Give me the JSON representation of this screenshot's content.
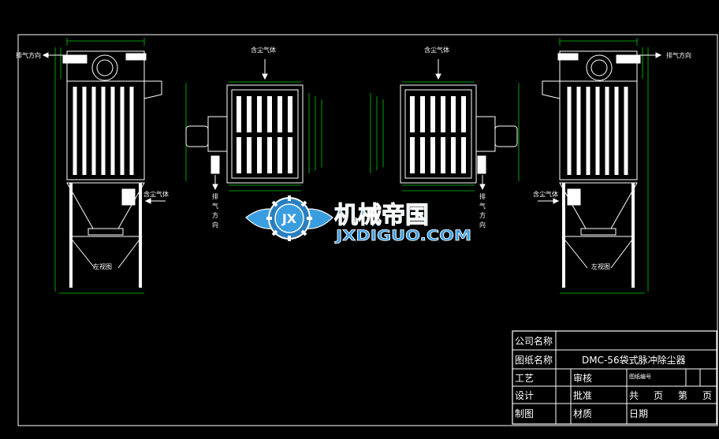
{
  "drawing": {
    "left_view": {
      "exhaust_label": "排气方向",
      "inlet_label": "含尘气体",
      "view_label": "左视图"
    },
    "top_view_left": {
      "inlet_label": "含尘气体",
      "exhaust_label_chars": [
        "排",
        "气",
        "方",
        "向"
      ]
    },
    "top_view_right": {
      "inlet_label": "含尘气体",
      "exhaust_label_chars": [
        "排",
        "气",
        "方",
        "向"
      ]
    },
    "right_view": {
      "exhaust_label": "排气方向",
      "inlet_label": "含尘气体",
      "view_label": "左视图"
    }
  },
  "watermark": {
    "badge": "JX",
    "brand_cn": "机械帝国",
    "brand_en": "JXDIGUO.COM",
    "colors": {
      "fill": "#3a9de0",
      "outline": "#ffffff"
    }
  },
  "title_block": {
    "company_label": "公司名称",
    "drawing_name_label": "图纸名称",
    "drawing_name": "DMC-56袋式脉冲除尘器",
    "process_label": "工艺",
    "review_label": "审核",
    "drawing_no_label": "图纸编号",
    "design_label": "设计",
    "approve_label": "批准",
    "sheet_total": "共",
    "sheet_page": "页",
    "sheet_no": "第",
    "sheet_page2": "页",
    "drafter_label": "制图",
    "material_label": "材质",
    "date_label": "日期"
  },
  "colors": {
    "background": "#000000",
    "lines": "#ffffff",
    "dimensions": "#00c800"
  }
}
